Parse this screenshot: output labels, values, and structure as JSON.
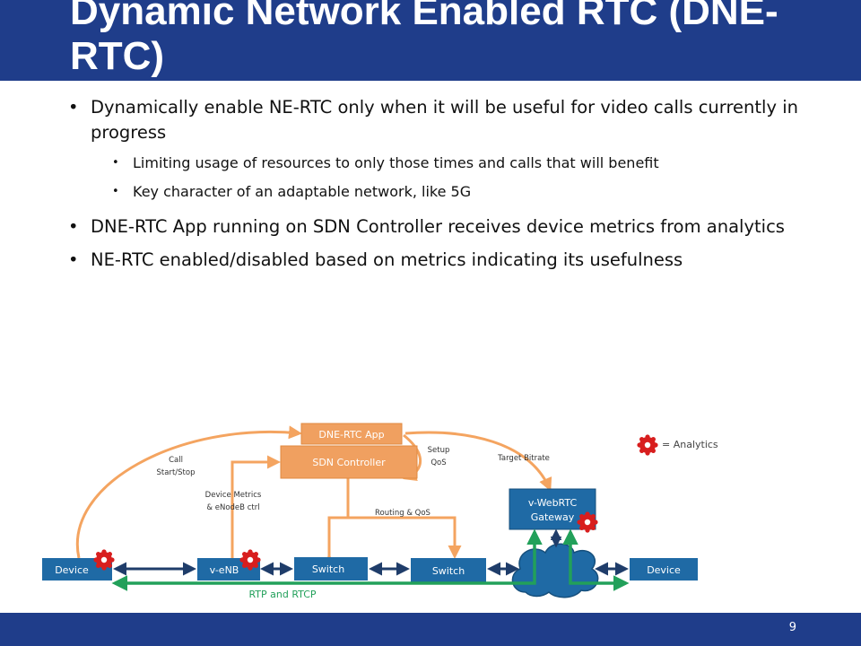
{
  "header": {
    "title": "Dynamic Network Enabled RTC (DNE-RTC)"
  },
  "bullets": {
    "b1": "Dynamically enable NE-RTC only when it will be useful for video calls currently in progress",
    "b1_sub1": "Limiting usage of resources to only those times and calls that will benefit",
    "b1_sub2": "Key character of an adaptable network, like 5G",
    "b2": "DNE-RTC App running on SDN Controller receives device metrics from analytics",
    "b3": "NE-RTC enabled/disabled based on metrics indicating its usefulness"
  },
  "diagram": {
    "app_label": "DNE-RTC App",
    "controller_label": "SDN Controller",
    "device_left": "Device",
    "venb": "v-eNB",
    "switch1": "Switch",
    "switch2": "Switch",
    "device_right": "Device",
    "gateway_line1": "v-WebRTC",
    "gateway_line2": "Gateway",
    "call_line1": "Call",
    "call_line2": "Start/Stop",
    "metrics_line1": "Device Metrics",
    "metrics_line2": "& eNodeB ctrl",
    "setup_line1": "Setup",
    "setup_line2": "QoS",
    "target_bitrate": "Target Bitrate",
    "routing_qos": "Routing & QoS",
    "rtp_label": "RTP and RTCP",
    "legend": "= Analytics",
    "colors": {
      "box": "#1f6aa5",
      "orange_box": "#f0a060",
      "orange_line": "#f4a460",
      "green_line": "#22a05a",
      "navy_line": "#1f3d6a",
      "analytics": "#e02020"
    }
  },
  "footer": {
    "page_number": "9"
  }
}
